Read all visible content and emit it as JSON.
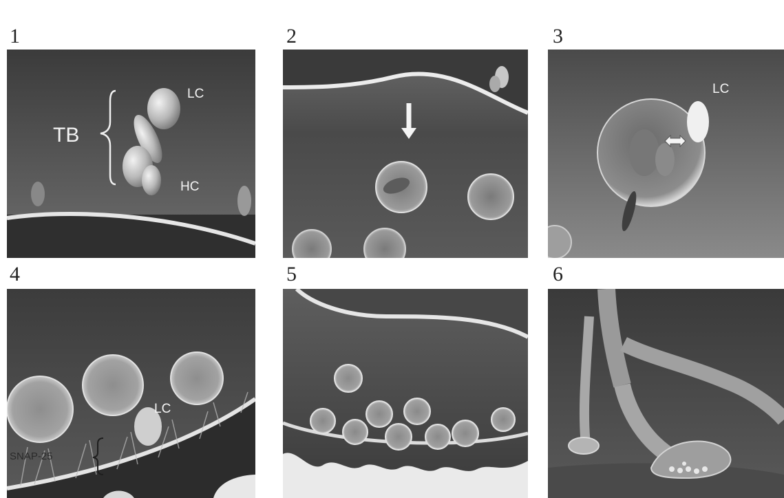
{
  "panels": [
    {
      "number": "1",
      "labels": {
        "tb": "TB",
        "lc": "LC",
        "hc": "HC"
      }
    },
    {
      "number": "2"
    },
    {
      "number": "3",
      "labels": {
        "lc": "LC"
      }
    },
    {
      "number": "4",
      "labels": {
        "lc": "LC",
        "snap": "SNAP-25"
      }
    },
    {
      "number": "5"
    },
    {
      "number": "6"
    }
  ],
  "colors": {
    "background": "#ffffff",
    "panel_dark": "#3e3e3e",
    "panel_light": "#9a9a9a",
    "membrane": "#e8e8e8"
  }
}
